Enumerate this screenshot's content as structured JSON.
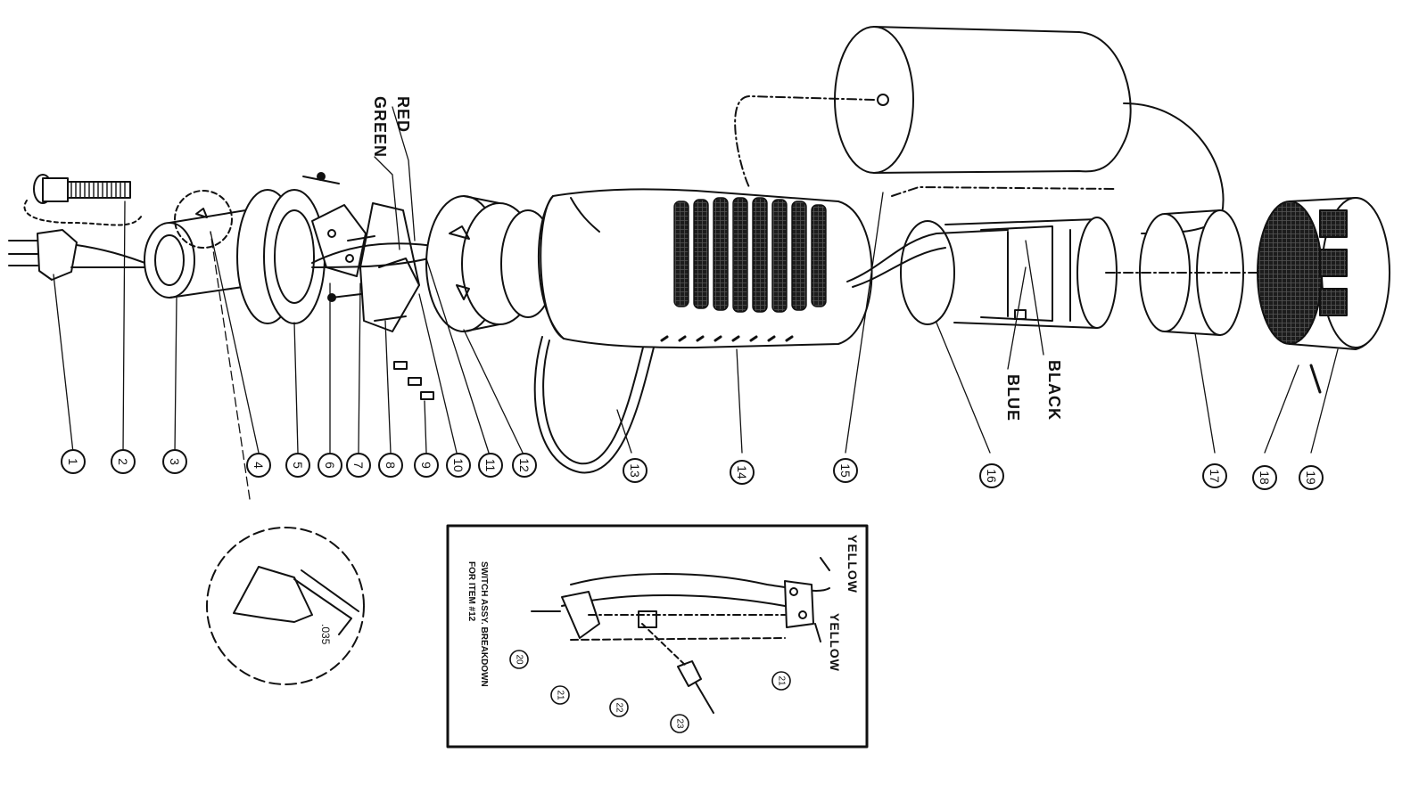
{
  "wire_labels": {
    "red": "RED",
    "green": "GREEN",
    "black": "BLACK",
    "blue": "BLUE",
    "yellow_1": "YELLOW",
    "yellow_2": "YELLOW"
  },
  "callouts": [
    "1",
    "2",
    "3",
    "4",
    "5",
    "6",
    "7",
    "8",
    "9",
    "10",
    "11",
    "12",
    "13",
    "14",
    "15",
    "16",
    "17",
    "18",
    "19"
  ],
  "inset_callouts": [
    "20",
    "21",
    "21",
    "22",
    "23"
  ],
  "inset_title": {
    "line1": "SWITCH ASSY. BREAKDOWN",
    "line2": "FOR ITEM #12"
  },
  "detail_dimension": ".035",
  "colors": {
    "ink": "#111111",
    "paper": "#ffffff",
    "screen": "#2a2a2a"
  }
}
